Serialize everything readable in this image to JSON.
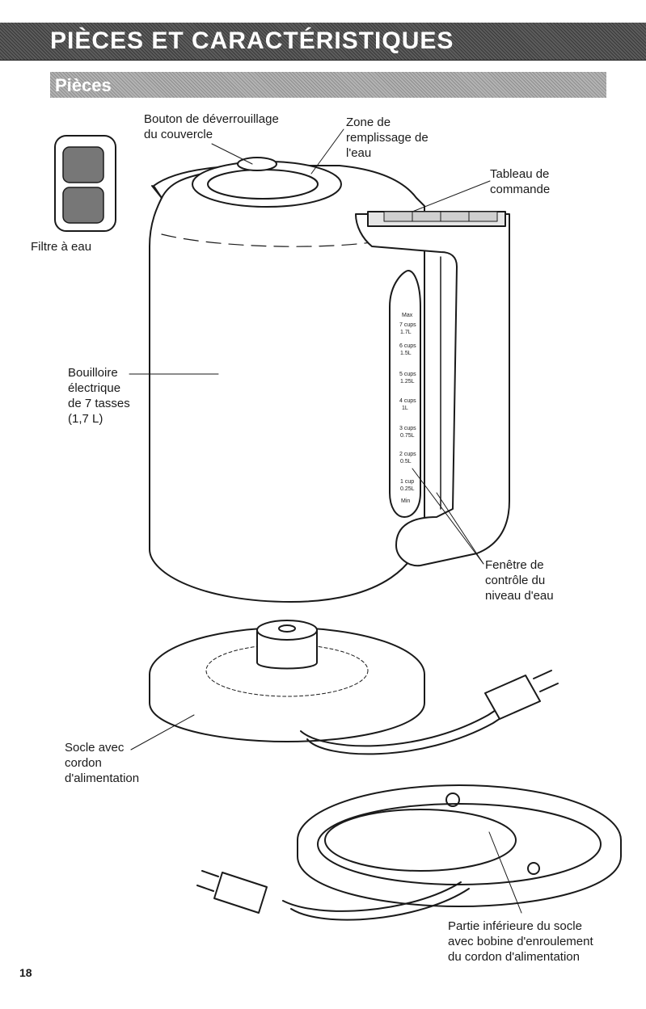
{
  "header": {
    "title": "PIÈCES ET CARACTÉRISTIQUES"
  },
  "subheader": {
    "title": "Pièces"
  },
  "labels": {
    "lid_release": "Bouton de déverrouillage\ndu couvercle",
    "fill_zone": "Zone de\nremplissage de\nl'eau",
    "control_panel": "Tableau de\ncommande",
    "water_filter": "Filtre à eau",
    "kettle": "Bouilloire\nélectrique\nde 7 tasses\n(1,7 L)",
    "water_window": "Fenêtre de\ncontrôle du\nniveau d'eau",
    "base_cord": "Socle avec\ncordon\nd'alimentation",
    "base_bottom": "Partie inférieure du socle\navec bobine d'enroulement\ndu cordon d'alimentation"
  },
  "gauge": {
    "marks": [
      "Max",
      "7 cups",
      "1.7L",
      "6 cups",
      "1.5L",
      "5 cups",
      "1.25L",
      "4 cups",
      "1L",
      "3 cups",
      "0.75L",
      "2 cups",
      "0.5L",
      "1 cup",
      "0.25L",
      "Min"
    ]
  },
  "page": {
    "number": "18"
  }
}
